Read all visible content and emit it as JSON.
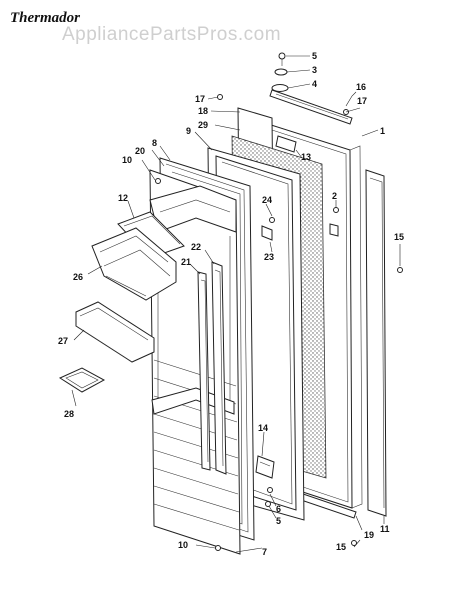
{
  "brand": "Thermador",
  "watermark": "AppliancePartsPros.com",
  "callouts": [
    {
      "label": "5"
    },
    {
      "label": "3"
    },
    {
      "label": "4"
    },
    {
      "label": "16"
    },
    {
      "label": "17"
    },
    {
      "label": "17"
    },
    {
      "label": "18"
    },
    {
      "label": "29"
    },
    {
      "label": "1"
    },
    {
      "label": "9"
    },
    {
      "label": "8"
    },
    {
      "label": "20"
    },
    {
      "label": "10"
    },
    {
      "label": "13"
    },
    {
      "label": "12"
    },
    {
      "label": "24"
    },
    {
      "label": "2"
    },
    {
      "label": "23"
    },
    {
      "label": "15"
    },
    {
      "label": "22"
    },
    {
      "label": "21"
    },
    {
      "label": "26"
    },
    {
      "label": "27"
    },
    {
      "label": "28"
    },
    {
      "label": "14"
    },
    {
      "label": "6"
    },
    {
      "label": "5"
    },
    {
      "label": "19"
    },
    {
      "label": "11"
    },
    {
      "label": "10"
    },
    {
      "label": "7"
    },
    {
      "label": "15"
    }
  ]
}
